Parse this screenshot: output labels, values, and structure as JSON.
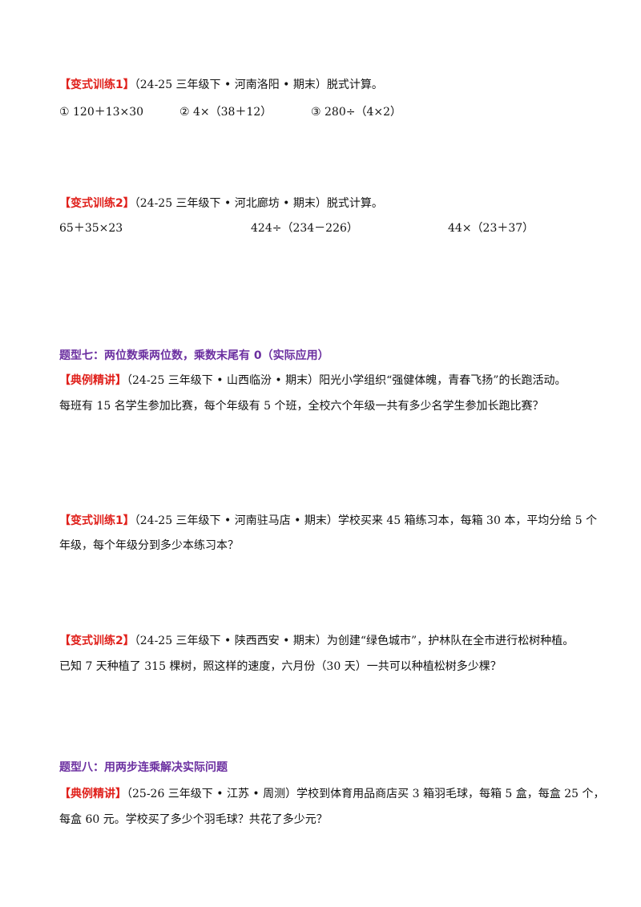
{
  "b1": {
    "tag": "【变式训练1】",
    "source": "（24-25 三年级下 • 河南洛阳 • 期末）",
    "text": "脱式计算。",
    "items": [
      "① 120＋13×30",
      "② 4×（38＋12）",
      "③ 280÷（4×2）"
    ]
  },
  "b2": {
    "tag": "【变式训练2】",
    "source": "（24-25 三年级下 • 河北廊坊 • 期末）",
    "text": "脱式计算。",
    "items": [
      "65＋35×23",
      "424÷（234－226）",
      "44×（23＋37）"
    ]
  },
  "t7": {
    "heading": "题型七：两位数乘两位数，乘数末尾有 0（实际应用）",
    "ex_tag": "【典例精讲】",
    "ex_source": "（24-25 三年级下 • 山西临汾 • 期末）",
    "ex_line1": "阳光小学组织“强健体魄，青春飞扬”的长跑活动。",
    "ex_line2": "每班有 15 名学生参加比赛，每个年级有 5 个班，全校六个年级一共有多少名学生参加长跑比赛？",
    "v1_tag": "【变式训练1】",
    "v1_source": "（24-25 三年级下 • 河南驻马店 • 期末）",
    "v1_line1": "学校买来 45 箱练习本，每箱 30 本，平均分给 5 个",
    "v1_line2": "年级，每个年级分到多少本练习本？",
    "v2_tag": "【变式训练2】",
    "v2_source": "（24-25 三年级下 • 陕西西安 • 期末）",
    "v2_line1": "为创建“绿色城市”，护林队在全市进行松树种植。",
    "v2_line2": "已知 7 天种植了 315 棵树，照这样的速度，六月份（30 天）一共可以种植松树多少棵？"
  },
  "t8": {
    "heading": "题型八：用两步连乘解决实际问题",
    "ex_tag": "【典例精讲】",
    "ex_source": "（25-26 三年级下 • 江苏 • 周测）",
    "ex_line1": "学校到体育用品商店买 3 箱羽毛球，每箱 5 盒，每盒 25 个，",
    "ex_line2": "每盒 60 元。学校买了多少个羽毛球？共花了多少元？"
  }
}
